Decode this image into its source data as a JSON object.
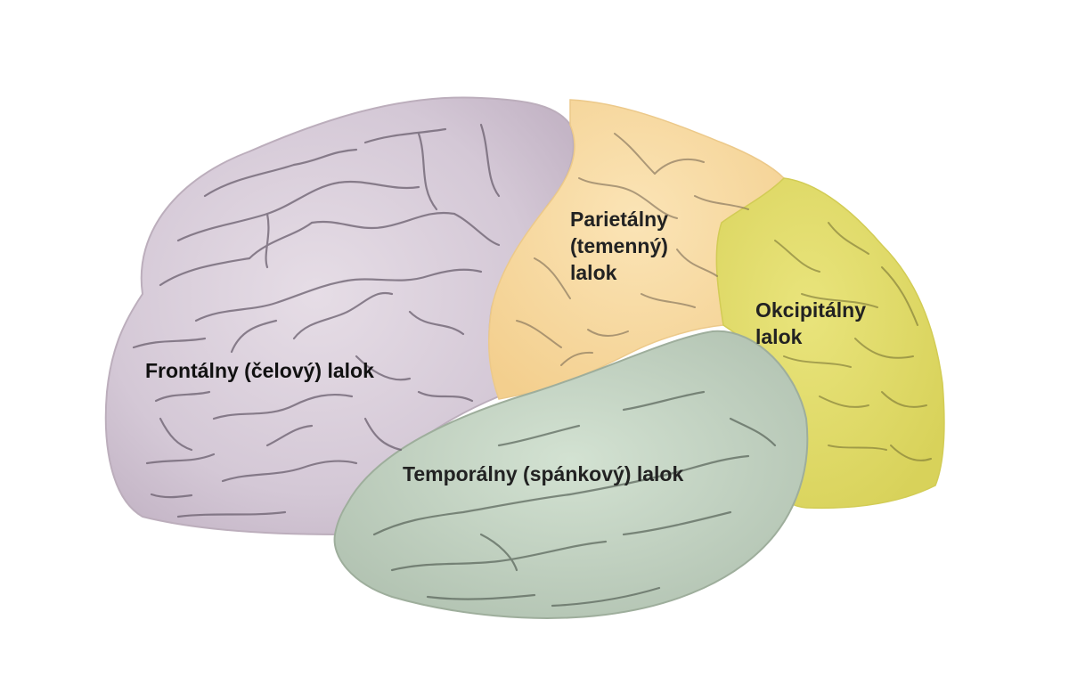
{
  "labels": {
    "frontal": "Frontálny (čelový) lalok",
    "parietal": [
      "Parietálny",
      "(temenný)",
      "lalok"
    ],
    "occipital": [
      "Okcipitálny",
      "lalok"
    ],
    "temporal": "Temporálny (spánkový) lalok"
  },
  "colors": {
    "frontal": "#d7ccd8",
    "parietal": "#f7d89f",
    "occipital": "#e0dc6a",
    "temporal": "#c5d6c3",
    "sulcus": "#6e6472",
    "outline": "#b8a9b6"
  }
}
